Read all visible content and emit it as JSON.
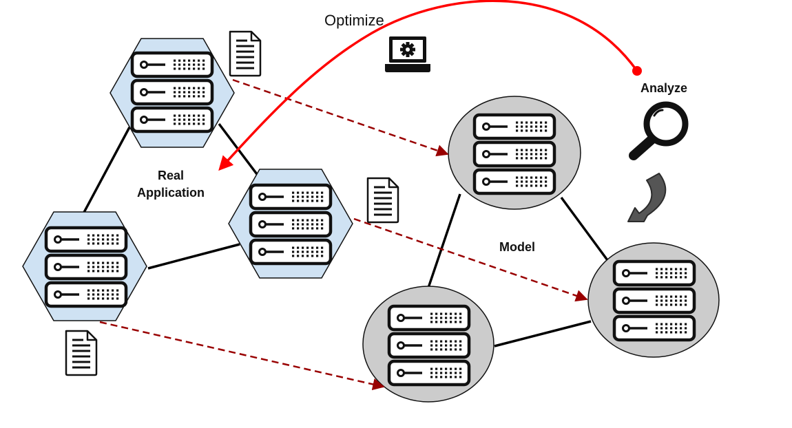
{
  "labels": {
    "optimize": "Optimize",
    "analyze": "Analyze",
    "real_line1": "Real",
    "real_line2": "Application",
    "model": "Model"
  },
  "colors": {
    "hex_fill": "#cfe2f3",
    "circle_fill": "#cccccc",
    "optimize_arrow": "#ff0000",
    "mapping_arrow": "#990000",
    "analyze_arrow": "#3c3c3c"
  },
  "icons": {
    "servers": "server-rack-icon",
    "documents": "document-icon",
    "laptop": "laptop-gear-icon",
    "magnifier": "magnifying-glass-icon",
    "curved_arrow": "curved-arrow-icon"
  }
}
